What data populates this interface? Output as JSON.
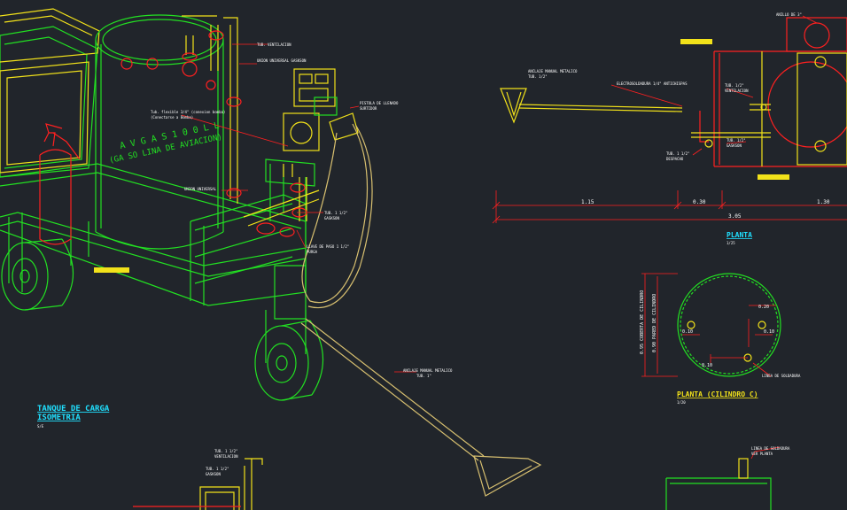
{
  "colors": {
    "background": "#21252b",
    "green": "#22e022",
    "yellow": "#f2e21a",
    "red": "#ff2020",
    "cyan": "#20e0ff",
    "white": "#ffffff",
    "orange": "#ffb020",
    "tan": "#d8c070"
  },
  "tank": {
    "line1": "A V G A S  1 0 0 L L",
    "line2": "(GA SO LINA DE AVIACION)"
  },
  "callouts": {
    "ventilation_pipe": "TUB. VENTILACION",
    "union_gasket": "UNION UNIVERSAL GASKSON",
    "pump_label": "Tub. flexible 3/4\" (conexion bomba)",
    "pump_label2": "(Conectarse a Bomba)",
    "universal_union": "UNION UNIVERSAL",
    "pistol": "PISTOLA DE LLENADO",
    "pistol2": "SURTIDOR",
    "tube_gasket": "TUB. 1 1/2\"",
    "tube_gasket2": "GASKSON",
    "pass_key": "LLAVE DE PASO 1 1/2\"",
    "pass_key2": "PURGA",
    "tow_bar": "ANCLAJE MANUAL METALICO",
    "tow_bar2": "TUB. 1\""
  },
  "iso_title": "TANQUE DE CARGA",
  "iso_subtitle": "ISOMETRIA",
  "iso_scale": "S/E",
  "plan": {
    "tow_label": "ANCLAJE MANUAL METALICO",
    "tow_label2": "TUB. 1/2\"",
    "elec": "ELECTROSOLDADURA 1/4\" ANTICHISPAS",
    "vent": "TUB. 1/2\"",
    "vent2": "VENTILACION",
    "dispatch": "TUB. 1 1/2\"",
    "dispatch2": "DESPACHO",
    "union": "TUB. 1/2\"",
    "union2": "GASKSON",
    "ring": "ANILLO DE 3\"",
    "dims": [
      "1.15",
      "0.30",
      "1.30"
    ],
    "total": "3.05",
    "title": "PLANTA",
    "scale": "1/25"
  },
  "cylinder": {
    "dim_outer": "0.95 COBERTA DE CILINDRO",
    "dim_inner": "0.90 PARED DE CILINDRO",
    "d1": "0.20",
    "d2": "0.10",
    "d3": "0.10",
    "d4": "0.10",
    "weld": "LINEA DE SOLDADURA",
    "title": "PLANTA (CILINDRO C)",
    "scale": "1/20"
  },
  "bottom": {
    "vent": "TUB. 1 1/2\"",
    "vent2": "VENTILACION",
    "gasket": "TUB. 1 1/2\"",
    "gasket2": "GASKSON",
    "weld": "LINEA DE SOLDADURA",
    "weld2": "VER PLANTA"
  }
}
